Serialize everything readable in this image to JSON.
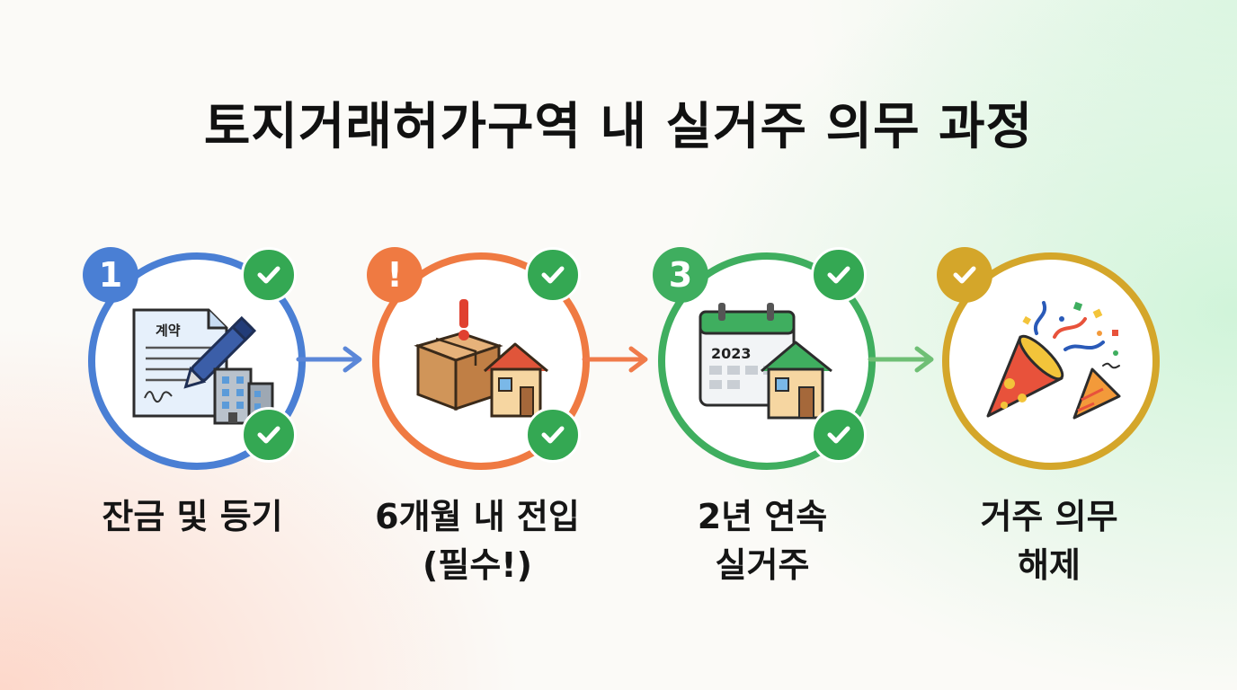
{
  "title": "토지거래허가구역 내 실거주 의무 과정",
  "colors": {
    "step1": "#4a7fd4",
    "step2": "#ef7a42",
    "step3": "#3fae5f",
    "step4": "#d4a62a",
    "check": "#34a853"
  },
  "steps": [
    {
      "badge": "1",
      "label_line1": "잔금 및 등기",
      "label_line2": "",
      "icon": "contract-document-pen-building-icon",
      "doc_text": "계약"
    },
    {
      "badge": "!",
      "label_line1": "6개월 내 전입",
      "label_line2": "(필수!)",
      "icon": "moving-box-house-icon"
    },
    {
      "badge": "3",
      "label_line1": "2년 연속",
      "label_line2": "실거주",
      "icon": "calendar-house-icon",
      "calendar_year": "2023"
    },
    {
      "badge": "",
      "label_line1": "거주 의무",
      "label_line2": "해제",
      "icon": "party-popper-icon"
    }
  ]
}
